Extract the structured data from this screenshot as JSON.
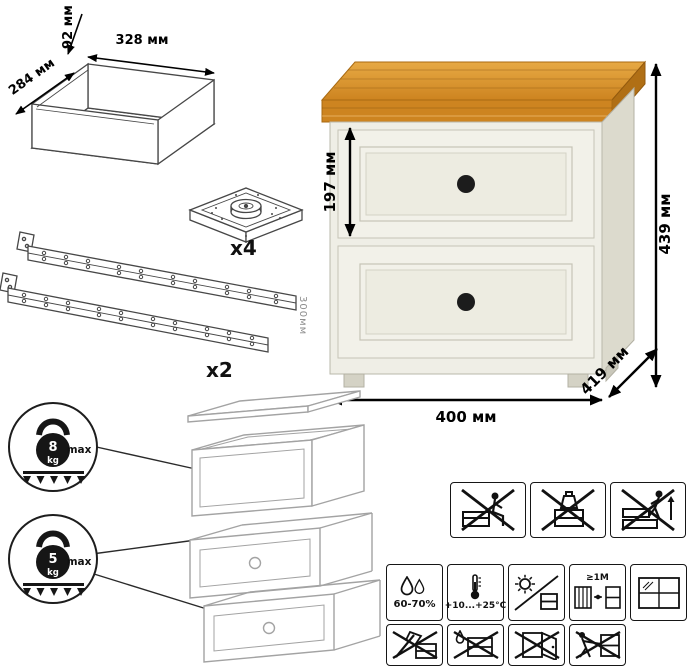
{
  "drawer_box": {
    "height": "92 мм",
    "width": "328 мм",
    "depth": "284 мм"
  },
  "foot_count": "x4",
  "slides": {
    "count": "x2",
    "length": "300мм"
  },
  "product": {
    "front_height": "197 мм",
    "height": "439 мм",
    "depth": "419 мм",
    "width": "400 мм"
  },
  "load_limits": {
    "top": {
      "weight": "8",
      "unit": "kg",
      "suffix": "max"
    },
    "bottom": {
      "weight": "5",
      "unit": "kg",
      "suffix": "max"
    }
  },
  "care": {
    "humidity": "60-70%",
    "temperature": "+10...+25°C",
    "min_distance": "≥1M"
  },
  "colors": {
    "wood": "#d8912c",
    "body": "#efeee6",
    "knob": "#1c1c1c",
    "line_art": "#a3a3a3"
  }
}
